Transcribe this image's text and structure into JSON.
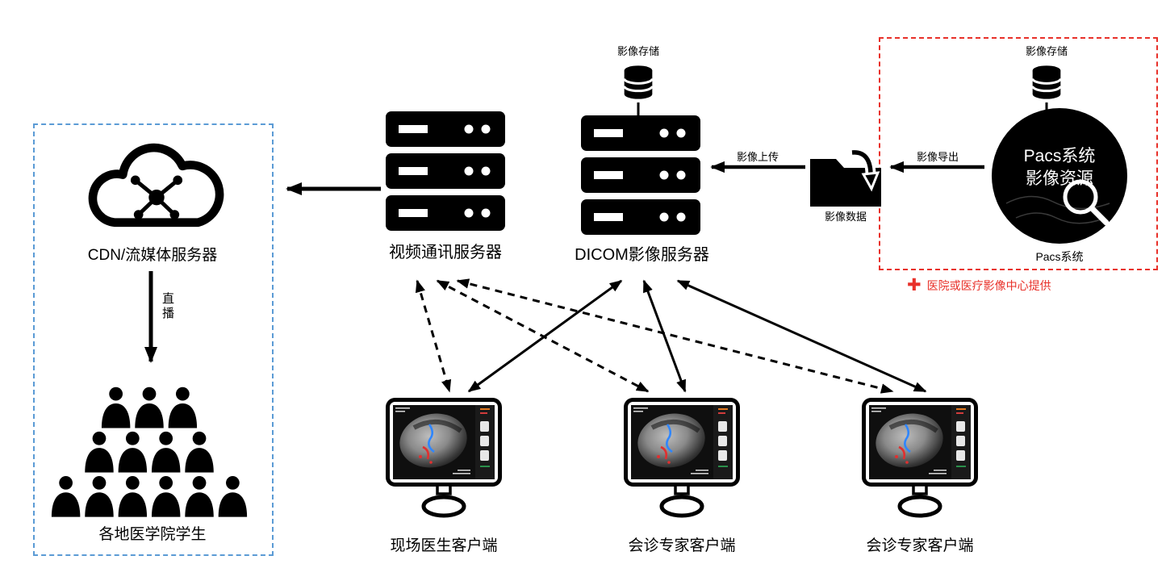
{
  "colors": {
    "accent_red": "#e8312a",
    "box_blue": "#5b9bd5",
    "ink": "#000000"
  },
  "pacs": {
    "storage_label": "影像存储",
    "circle_title": "Pacs系统",
    "circle_subtitle": "影像资源",
    "caption": "Pacs系统",
    "note_plus": "✚",
    "note_text": "医院或医疗影像中心提供"
  },
  "transfer": {
    "export_label": "影像导出",
    "data_label": "影像数据",
    "upload_label": "影像上传"
  },
  "dicom": {
    "storage_label": "影像存储",
    "label": "DICOM影像服务器"
  },
  "video": {
    "label": "视频通讯服务器"
  },
  "cdn": {
    "label": "CDN/流媒体服务器",
    "live_label": "直播"
  },
  "students": {
    "label": "各地医学院学生"
  },
  "clients": [
    {
      "label": "现场医生客户端"
    },
    {
      "label": "会诊专家客户端"
    },
    {
      "label": "会诊专家客户端"
    }
  ]
}
